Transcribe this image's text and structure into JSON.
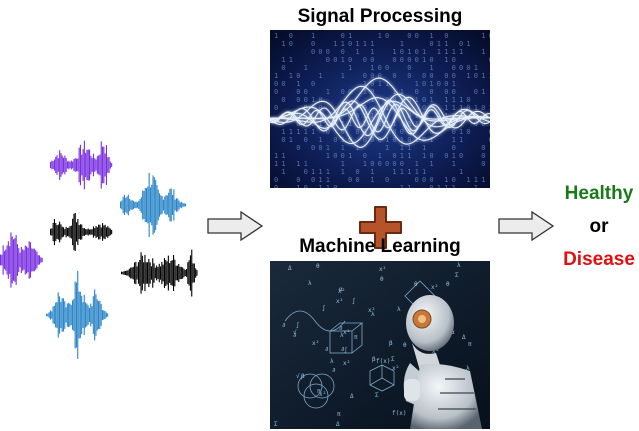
{
  "signal_processing": {
    "title": "Signal Processing"
  },
  "machine_learning": {
    "title": "Machine Learning"
  },
  "outcome": {
    "healthy": "Healthy",
    "connector": "or",
    "disease": "Disease",
    "healthy_color": "#1a7a1a",
    "disease_color": "#e01010"
  },
  "icons": {
    "waveforms": "audio-waveform-icons",
    "arrow_in": "right-arrow-icon",
    "plus": "plus-icon",
    "arrow_out": "right-arrow-icon"
  },
  "colors": {
    "wave_purple": "#7a2fe0",
    "wave_blue": "#2b86c8",
    "wave_black": "#000000",
    "plus_fill": "#b5532a",
    "plus_stroke": "#6b2a10",
    "arrow_fill": "#ececec"
  }
}
